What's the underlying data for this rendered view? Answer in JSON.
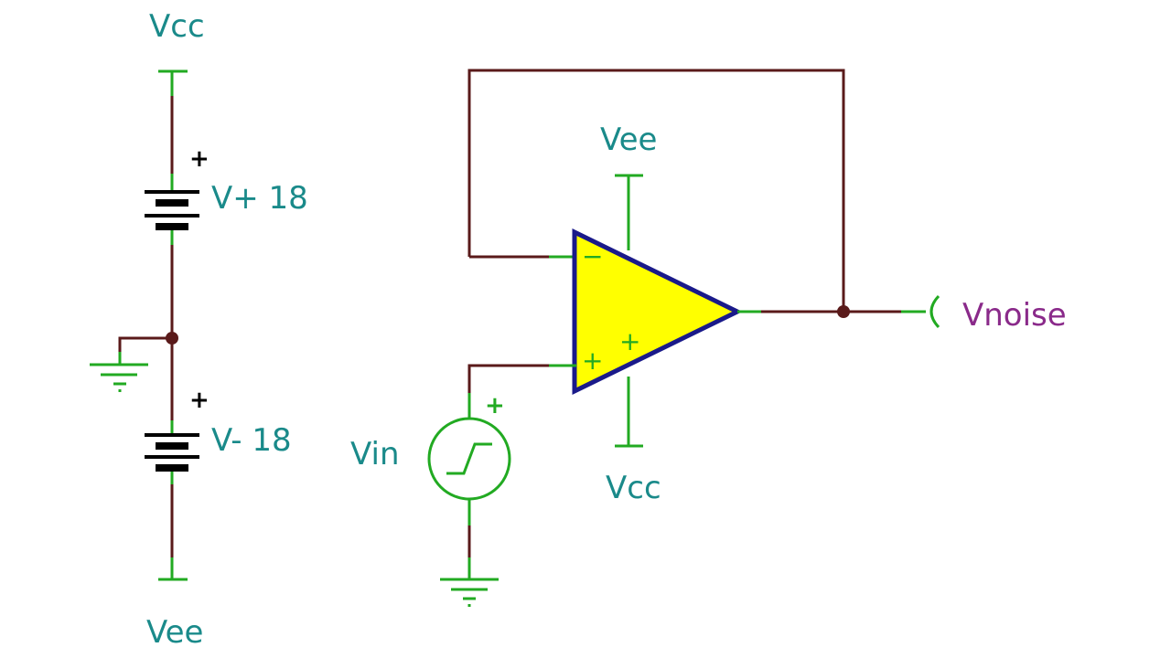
{
  "labels": {
    "vcc_top": "Vcc",
    "vee_bottom": "Vee",
    "vplus": "V+ 18",
    "vminus": "V- 18",
    "vplus_polarity": "+",
    "vminus_polarity": "+",
    "vee_opamp": "Vee",
    "vcc_opamp": "Vcc",
    "vin": "Vin",
    "vin_polarity": "+",
    "vnoise": "Vnoise",
    "opamp_inv": "−",
    "opamp_noninv": "+",
    "opamp_plus_mid": "+"
  },
  "colors": {
    "label": "#1a8a8a",
    "output_label": "#8a2a8a",
    "wire": "#5a1a1a",
    "terminal": "#22aa22",
    "opamp_fill": "#ffff00",
    "opamp_outline": "#1a1a8a"
  }
}
